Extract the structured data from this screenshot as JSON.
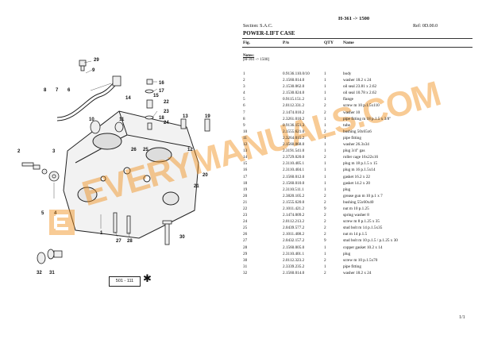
{
  "header": {
    "model_range": "H-361 -> 1500",
    "section": "Section: S.A.C.",
    "reference": "Ref: 0D.00.0",
    "title": "POWER-LIFT CASE"
  },
  "columns": {
    "fig": "Fig.",
    "part_number": "P/n",
    "qty": "QTY",
    "name": "Name"
  },
  "notes": {
    "label": "Notes:",
    "text": "[H-361 -> 1500]"
  },
  "parts": [
    {
      "fig": "1",
      "pn": "0.9136.110.0/10",
      "qty": "1",
      "name": "body"
    },
    {
      "fig": "2",
      "pn": "2.1560.014.0",
      "qty": "1",
      "name": "washer 18.2 x 24"
    },
    {
      "fig": "3",
      "pn": "2.1530.062.0",
      "qty": "1",
      "name": "oil seal 23.81 x 2.62"
    },
    {
      "fig": "4",
      "pn": "2.1530.024.0",
      "qty": "1",
      "name": "oil seal 10.78 x 2.62"
    },
    {
      "fig": "5",
      "pn": "0.9115.151.2",
      "qty": "1",
      "name": "flange"
    },
    {
      "fig": "6",
      "pn": "2.0112.331.2",
      "qty": "2",
      "name": "screw m 10 p.1.5x110"
    },
    {
      "fig": "7",
      "pn": "2.1474.010.2",
      "qty": "2",
      "name": "washer 10"
    },
    {
      "fig": "8",
      "pn": "2.3261.010.2",
      "qty": "1",
      "name": "pipe fitting m 18 p.1.5 x 3/8\""
    },
    {
      "fig": "9",
      "pn": "0.9136.151.3",
      "qty": "1",
      "name": "tube"
    },
    {
      "fig": "10",
      "pn": "2.1555.621.0",
      "qty": "2",
      "name": "bushing 50x65x6"
    },
    {
      "fig": "11",
      "pn": "2.3264.015.2",
      "qty": "1",
      "name": "pipe fitting"
    },
    {
      "fig": "12",
      "pn": "2.1560.068.0",
      "qty": "1",
      "name": "washer 26.3x34"
    },
    {
      "fig": "13",
      "pn": "2.3191.541.0",
      "qty": "1",
      "name": "plug 3/4\" gas"
    },
    {
      "fig": "14",
      "pn": "2.3729.020.0",
      "qty": "2",
      "name": "roller cage 16x22x16"
    },
    {
      "fig": "15",
      "pn": "2.3110.405.1",
      "qty": "1",
      "name": "plug m 18 p.1.5 x 15"
    },
    {
      "fig": "16",
      "pn": "2.3110.404.1",
      "qty": "1",
      "name": "plug m 16 p.1.5x14"
    },
    {
      "fig": "17",
      "pn": "2.1560.012.0",
      "qty": "1",
      "name": "gasket 16.2 x 22"
    },
    {
      "fig": "18",
      "pn": "2.1560.010.0",
      "qty": "1",
      "name": "gasket 14.2 x 20"
    },
    {
      "fig": "19",
      "pn": "2.3110.511.1",
      "qty": "1",
      "name": "plug"
    },
    {
      "fig": "20",
      "pn": "2.3820.105.2",
      "qty": "2",
      "name": "grease gun m 10 p.1 x 7"
    },
    {
      "fig": "21",
      "pn": "2.1555.620.0",
      "qty": "2",
      "name": "bushing 55x60x40"
    },
    {
      "fig": "22",
      "pn": "2.1011.421.2",
      "qty": "9",
      "name": "nut m 10 p.1.25"
    },
    {
      "fig": "23",
      "pn": "2.1474.009.2",
      "qty": "2",
      "name": "spring washer 8"
    },
    {
      "fig": "24",
      "pn": "2.0112.213.2",
      "qty": "2",
      "name": "screw m 8 p.1.25 x 35"
    },
    {
      "fig": "25",
      "pn": "2.0439.577.2",
      "qty": "2",
      "name": "stud bolt m 14 p.1.5x35"
    },
    {
      "fig": "26",
      "pn": "2.1011.408.2",
      "qty": "2",
      "name": "nut m 14 p.1.5"
    },
    {
      "fig": "27",
      "pn": "2.0432.157.2",
      "qty": "9",
      "name": "stud bolt m 10 p.1.5 / p.1.25 x 30"
    },
    {
      "fig": "28",
      "pn": "2.1560.005.0",
      "qty": "1",
      "name": "copper gasket 10.2 x 14"
    },
    {
      "fig": "29",
      "pn": "2.3110.401.1",
      "qty": "1",
      "name": "plug"
    },
    {
      "fig": "30",
      "pn": "2.0112.323.2",
      "qty": "2",
      "name": "screw m 10 p.1.5x70"
    },
    {
      "fig": "31",
      "pn": "2.3339.235.2",
      "qty": "1",
      "name": "pipe fitting"
    },
    {
      "fig": "32",
      "pn": "2.1560.014.0",
      "qty": "2",
      "name": "washer 18.2 x 24"
    }
  ],
  "drawing": {
    "callouts": [
      "29",
      "9",
      "8",
      "7",
      "6",
      "5",
      "4",
      "1",
      "2",
      "3",
      "10",
      "11",
      "12",
      "13",
      "14",
      "15",
      "16",
      "17",
      "18",
      "19",
      "20",
      "21",
      "22",
      "23",
      "24",
      "25",
      "26",
      "27",
      "28",
      "30",
      "31",
      "32"
    ],
    "stamp_text": "501 - 111",
    "stamp_mark": "✱"
  },
  "watermark": {
    "text": "EVERYMANUALS.COM",
    "color": "#f08c14"
  },
  "page_number": "1/1"
}
